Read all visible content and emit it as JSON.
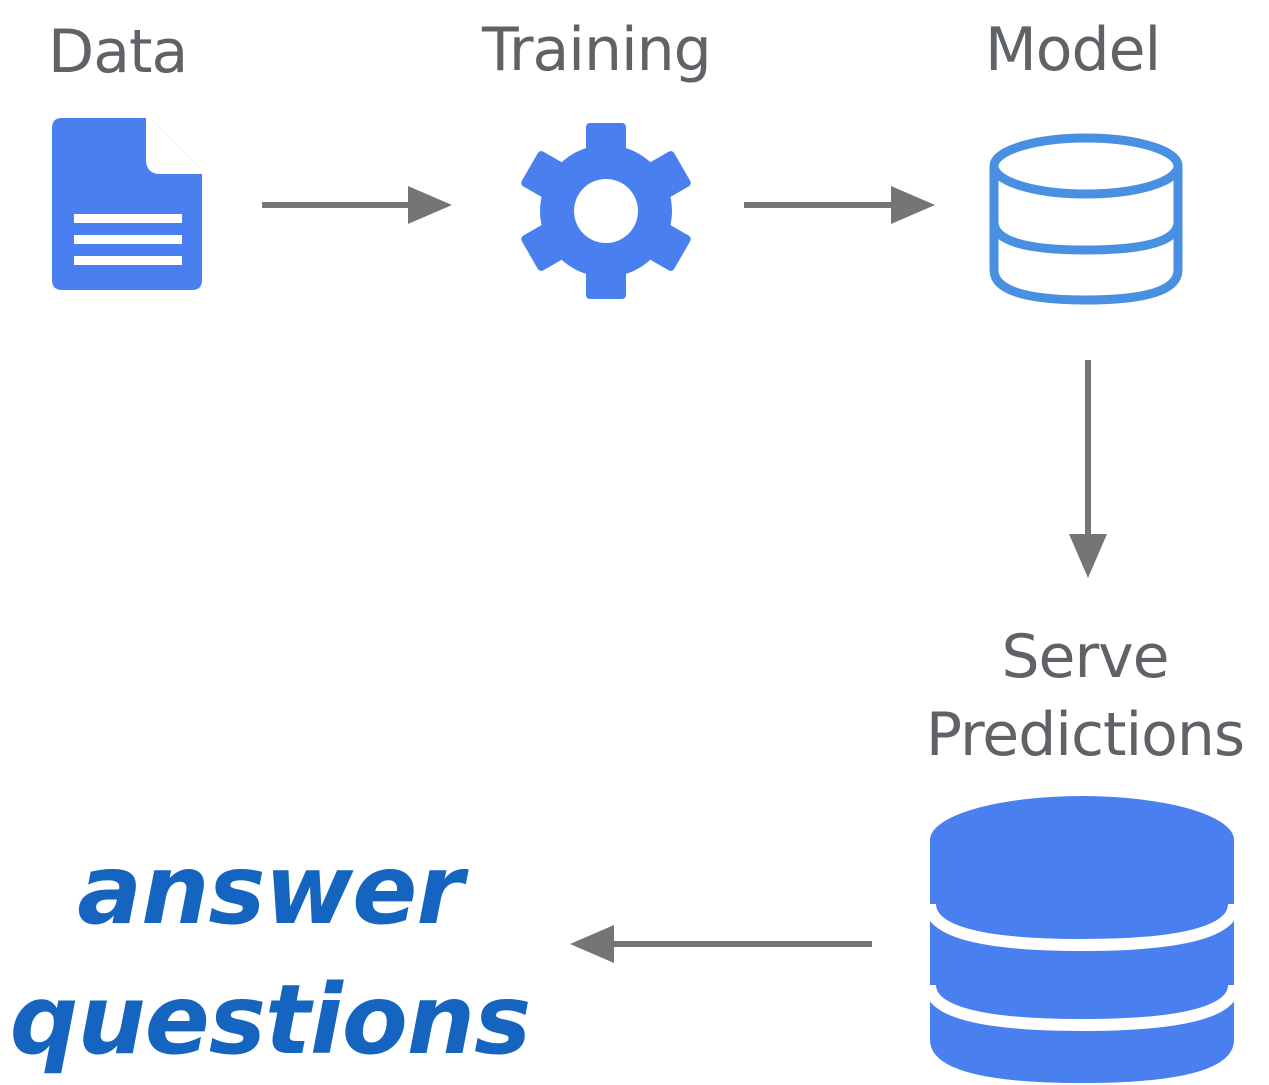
{
  "diagram": {
    "nodes": {
      "data": {
        "label": "Data",
        "icon": "document-icon"
      },
      "training": {
        "label": "Training",
        "icon": "gear-icon"
      },
      "model": {
        "label": "Model",
        "icon": "database-outline-icon"
      },
      "serve_predictions": {
        "label_line1": "Serve",
        "label_line2": "Predictions",
        "icon": "database-filled-icon"
      },
      "answer_questions": {
        "line1": "answer",
        "line2": "questions"
      }
    },
    "edges": [
      {
        "from": "data",
        "to": "training"
      },
      {
        "from": "training",
        "to": "model"
      },
      {
        "from": "model",
        "to": "serve_predictions"
      },
      {
        "from": "serve_predictions",
        "to": "answer_questions"
      }
    ],
    "colors": {
      "icon_blue": "#4a7ff0",
      "outline_blue": "#4a90e2",
      "arrow_gray": "#757575",
      "label_gray": "#5f6368",
      "answer_blue": "#1565c0"
    }
  }
}
